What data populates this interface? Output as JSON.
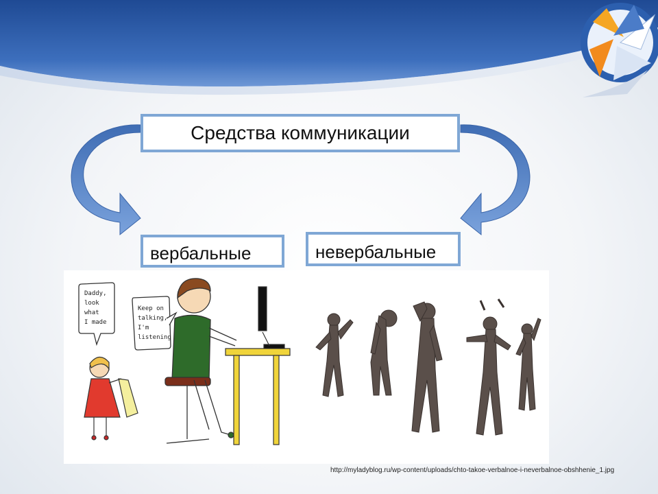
{
  "diagram": {
    "title": "Средства коммуникации",
    "left_node": "вербальные",
    "right_node": "невербальные"
  },
  "illustration": {
    "bubble_child": [
      "Daddy,",
      "look",
      "what",
      "I made"
    ],
    "bubble_father": [
      "Keep on",
      "talking,",
      "I'm",
      "listening"
    ]
  },
  "source_url": "http://myladyblog.ru/wp-content/uploads/chto-takoe-verbalnoe-i-neverbalnoe-obshhenie_1.jpg",
  "colors": {
    "header_blue": "#2e5aa6",
    "box_border": "#7fa7d5",
    "arrow_blue": "#5b86c5"
  }
}
